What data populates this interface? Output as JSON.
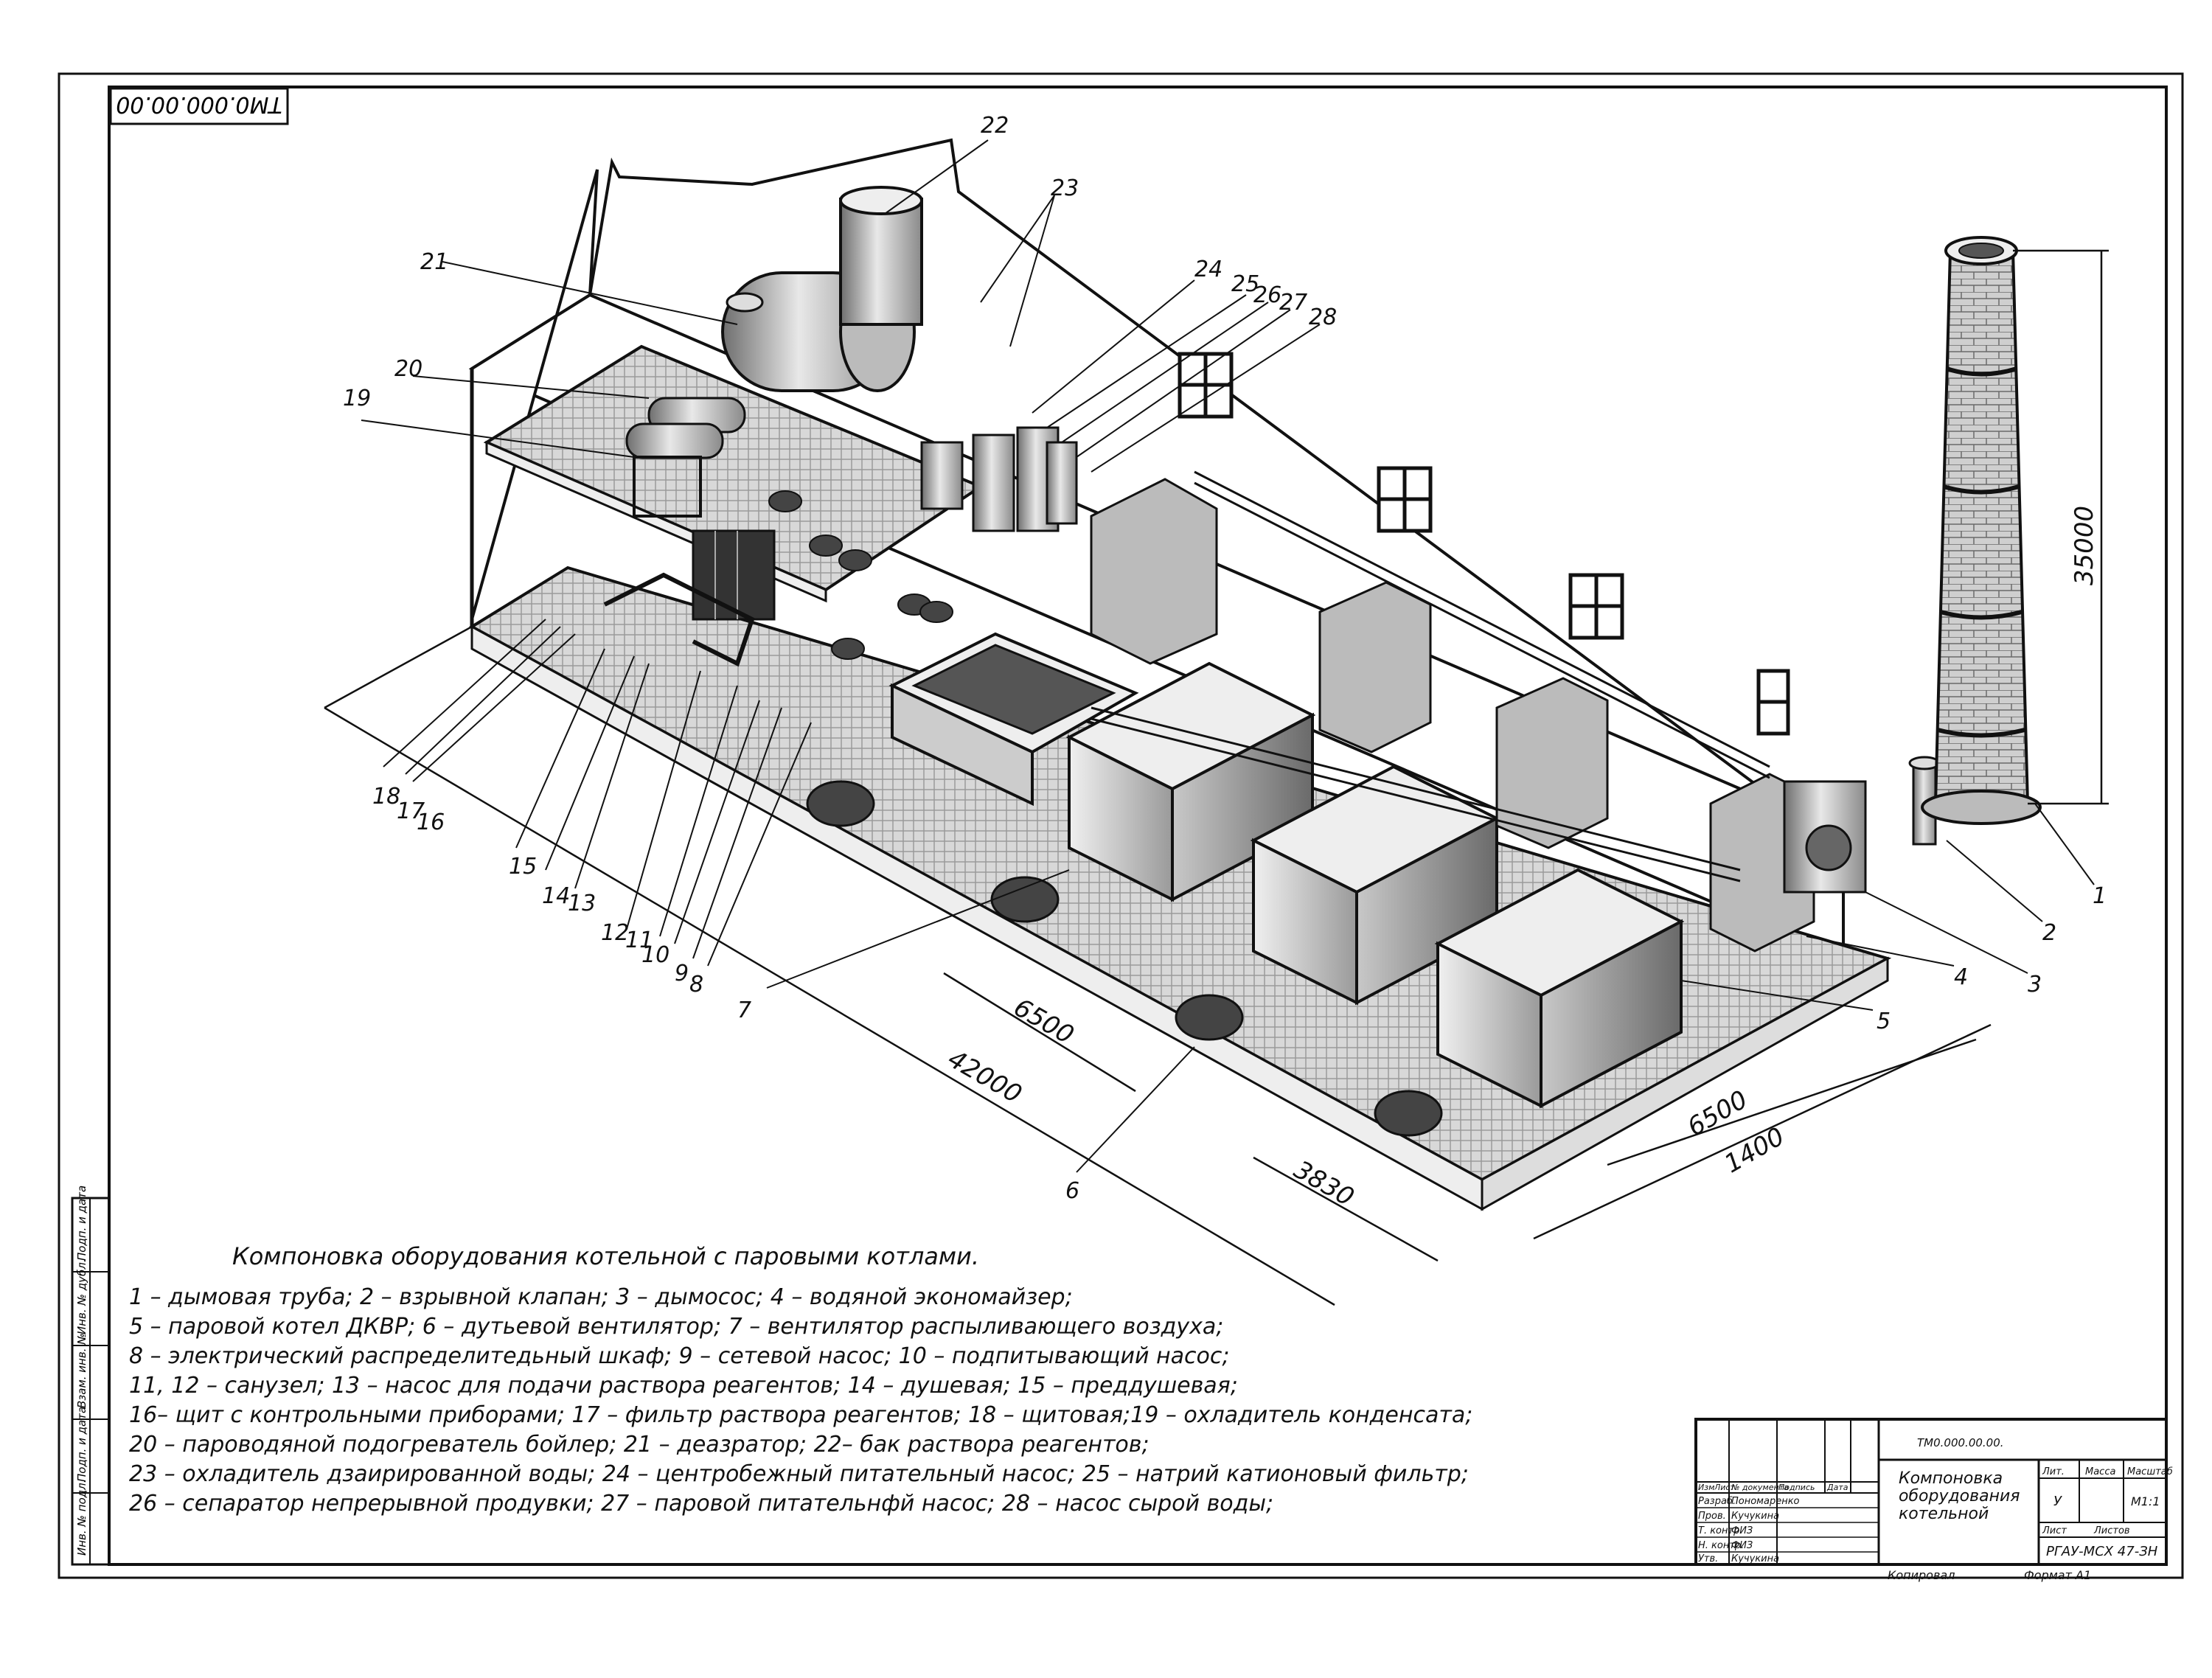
{
  "drawing_code_top": "ТМ0.000.00.00",
  "legend": {
    "title": "Компоновка оборудования котельной с паровыми котлами.",
    "lines": [
      "1 – дымовая труба; 2 – взрывной клапан; 3 – дымосос; 4 – водяной экономайзер;",
      "5 – паровой котел ДКВР; 6 – дутьевой вентилятор; 7 – вентилятор распыливающего воздуха;",
      "8 – электрический распределитедьный шкаф; 9 – сетевой насос; 10 – подпитывающий насос;",
      "11, 12 – санузел;  13 – насос для подачи раствора реагентов;  14 – душевая;  15 – преддушевая;",
      "16– щит с контрольными приборами;  17 – фильтр раствора реагентов;  18 – щитовая;19 – охладитель конденсата;",
      "20 – пароводяной подогреватель бойлер;  21 – деазратор;    22– бак раствора реагентов;",
      "23 – охладитель дзаирированной воды;  24 – центробежный питательный насос;  25 – натрий катионовый фильтр;",
      "26 – сепаратор непрерывной продувки;   27 – паровой питательнфй насос;  28 – насос сырой воды;"
    ]
  },
  "dimensions": {
    "height_chimney": "35000",
    "length_total": "42000",
    "span_a": "6500",
    "span_b": "6500",
    "span_c": "3830",
    "span_d": "1400"
  },
  "callouts": [
    "1",
    "2",
    "3",
    "4",
    "5",
    "6",
    "7",
    "8",
    "9",
    "10",
    "11",
    "12",
    "13",
    "14",
    "15",
    "16",
    "17",
    "18",
    "19",
    "20",
    "21",
    "22",
    "23",
    "24",
    "25",
    "26",
    "27",
    "28"
  ],
  "title_block": {
    "code": "ТМ0.000.00.00.",
    "name_lines": [
      "Компоновка",
      "оборудования",
      "котельной"
    ],
    "org": "РГАУ-МСХ 47-ЗН",
    "scale": "М1:1",
    "litera": "У",
    "col_lit": "Лит.",
    "col_mass": "Масса",
    "col_scale": "Масштаб",
    "col_sheet": "Лист",
    "col_sheets": "Листов",
    "rows": [
      "Изм",
      "Лист",
      "№ документа",
      "Подпись",
      "Дата"
    ],
    "people": [
      {
        "role": "Разраб.",
        "name": "Пономаренко"
      },
      {
        "role": "Пров.",
        "name": "Кучукина"
      },
      {
        "role": "Т. контр.",
        "name": "ФИЗ"
      },
      {
        "role": "Н. контр.",
        "name": "ФИЗ"
      },
      {
        "role": "Утв.",
        "name": "Кучукина"
      }
    ],
    "copied": "Копировал",
    "format": "Формат А1"
  },
  "side_stamp": [
    "Инв. № подл.",
    "Подп. и дата",
    "Взам. инв. №",
    "Инв. № дубл.",
    "Подп. и дата"
  ]
}
